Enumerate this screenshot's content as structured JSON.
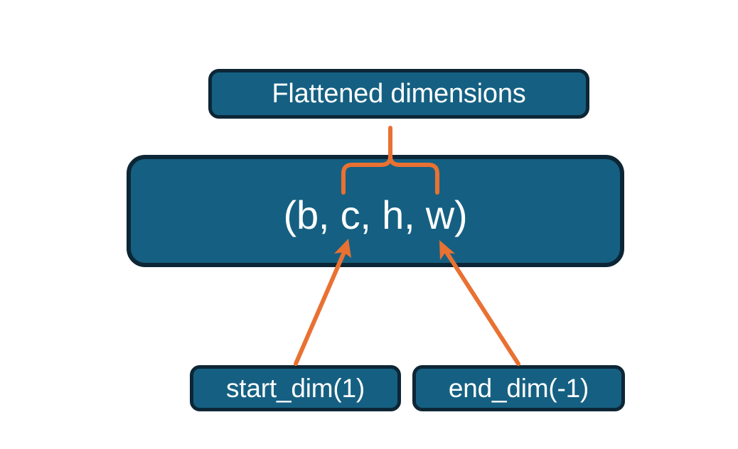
{
  "diagram": {
    "title_node": {
      "label": "Flattened dimensions",
      "name": "flattened-dimensions-box"
    },
    "shape_node": {
      "label": "(b, c, h, w)",
      "name": "tensor-shape-box",
      "dims": [
        "b",
        "c",
        "h",
        "w"
      ]
    },
    "param_nodes": [
      {
        "label": "start_dim(1)",
        "name": "start-dim-box",
        "value": 1
      },
      {
        "label": "end_dim(-1)",
        "name": "end-dim-box",
        "value": -1
      }
    ],
    "connectors": [
      {
        "name": "brace-to-flattened",
        "type": "curly-brace",
        "from": "tensor-shape-box",
        "to": "flattened-dimensions-box",
        "spans_dims": [
          "c",
          "h",
          "w"
        ]
      },
      {
        "name": "arrow-start-dim-to-c",
        "type": "arrow",
        "from": "start-dim-box",
        "to": "dim-c"
      },
      {
        "name": "arrow-end-dim-to-w",
        "type": "arrow",
        "from": "end-dim-box",
        "to": "dim-w"
      }
    ],
    "colors": {
      "node_fill": "#156082",
      "node_border": "#0d2636",
      "node_text": "#ffffff",
      "connector": "#e97132",
      "background": "#ffffff"
    }
  }
}
